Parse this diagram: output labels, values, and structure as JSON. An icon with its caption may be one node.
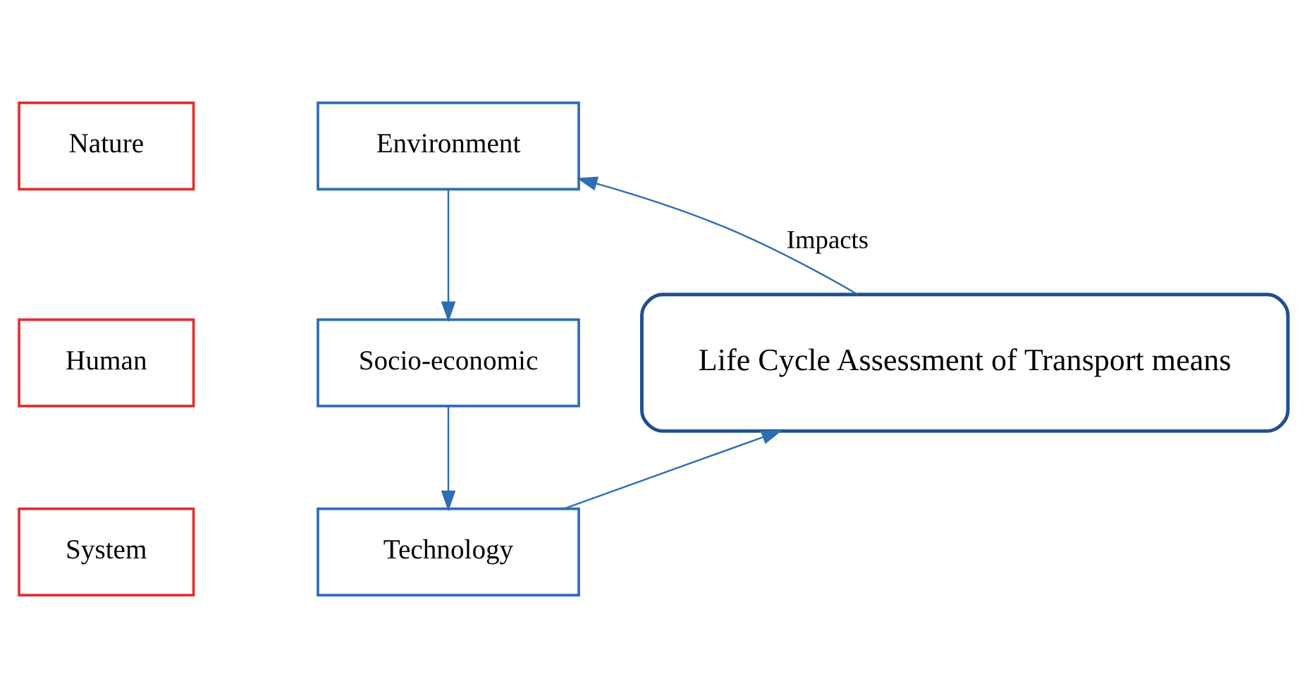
{
  "diagram": {
    "nodes": [
      {
        "text": [
          "Nature"
        ]
      },
      {
        "text": [
          "Environment"
        ]
      },
      {
        "text": [
          "Human"
        ]
      },
      {
        "text": [
          "Socio-economic"
        ]
      },
      {
        "text": [
          "System"
        ]
      },
      {
        "text": [
          "Technology"
        ]
      },
      {
        "text": [
          "Life Cycle Assessment of Transport means"
        ]
      }
    ],
    "edges": [
      {
        "from": 1,
        "to": 3,
        "arrow": "to"
      },
      {
        "from": 3,
        "to": 5,
        "arrow": "to"
      },
      {
        "from": 5,
        "to": 6,
        "arrow": "to"
      },
      {
        "from": 6,
        "to": 1,
        "arrow": "to",
        "label": "Impacts"
      }
    ]
  }
}
